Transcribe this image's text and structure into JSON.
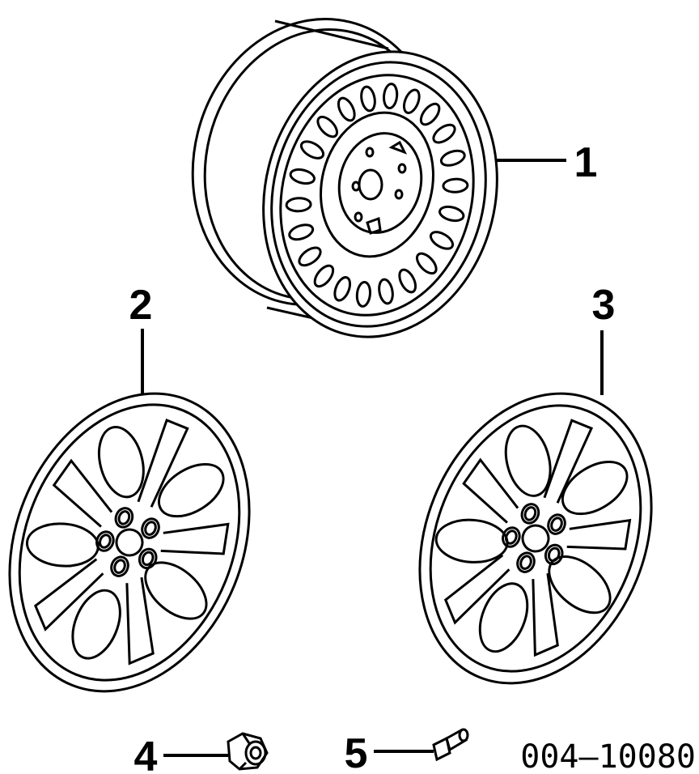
{
  "callouts": [
    {
      "id": "1",
      "label": "1"
    },
    {
      "id": "2",
      "label": "2"
    },
    {
      "id": "3",
      "label": "3"
    },
    {
      "id": "4",
      "label": "4"
    },
    {
      "id": "5",
      "label": "5"
    }
  ],
  "diagram_code": "004–10080"
}
